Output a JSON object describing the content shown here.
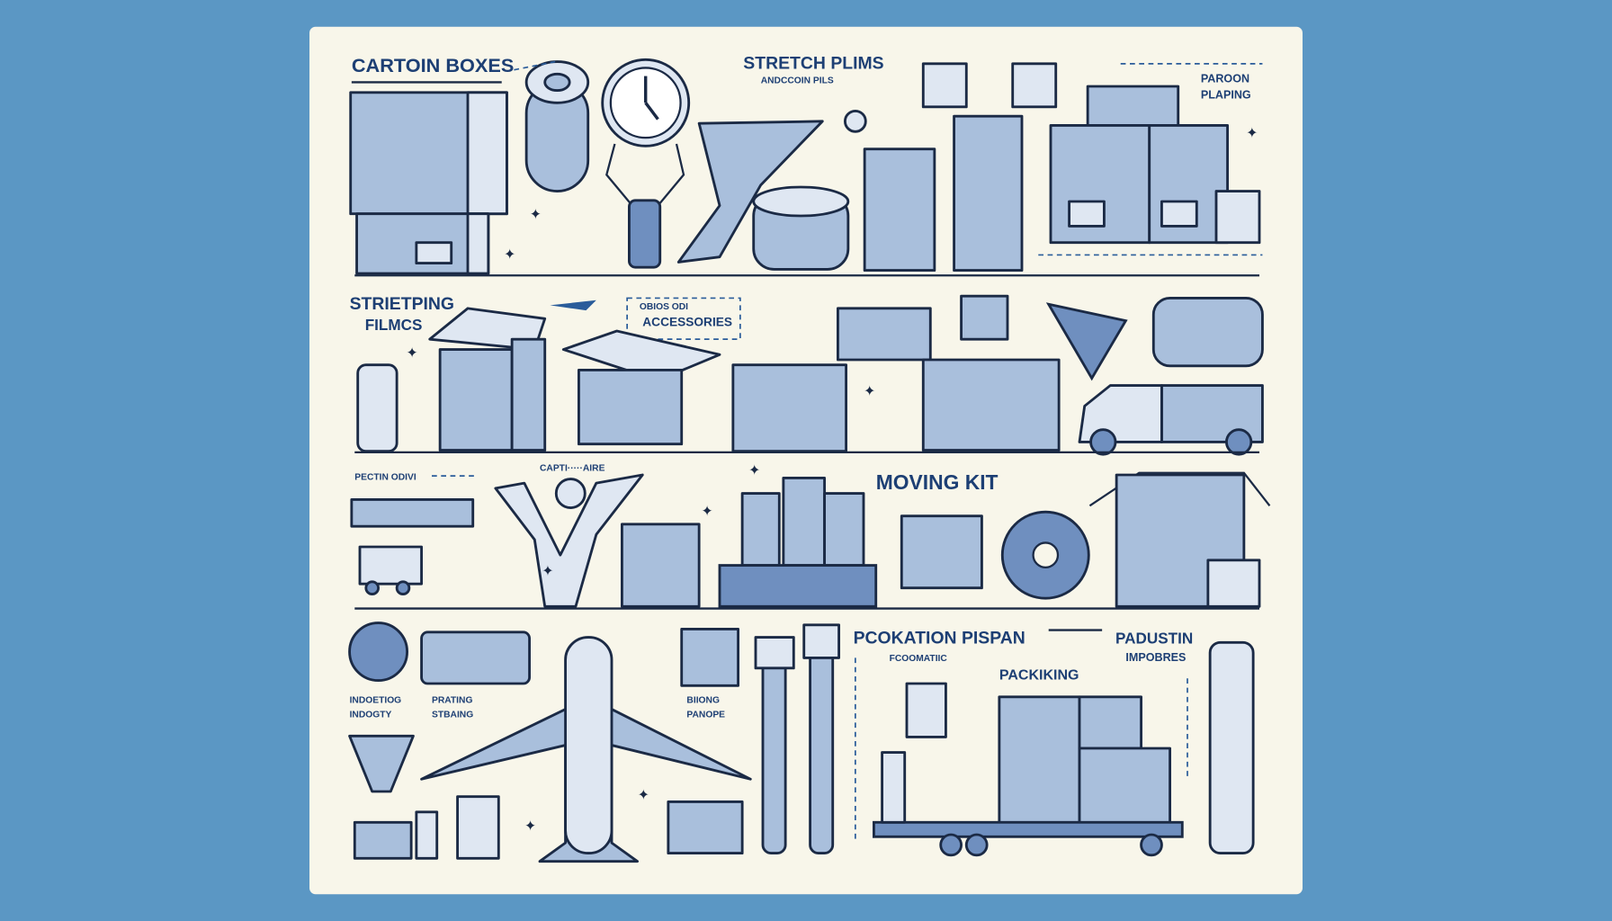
{
  "colors": {
    "background": "#5b97c4",
    "panel": "#f8f6ea",
    "ink": "#1b2a45",
    "label": "#1d3f74",
    "fill": "#a9bfdc"
  },
  "labels": {
    "carton_boxes": "CARTOIN BOXES",
    "stretch_films": "STRETCH PLIMS",
    "stretch_films_sub": "ANDCCOIN PILS",
    "paroon_1": "PAROON",
    "paroon_2": "PLAPING",
    "strietping_1": "STRIETPING",
    "strietping_2": "FILMCS",
    "accessories_1": "OBIOS ODI",
    "accessories_2": "ACCESSORIES",
    "pectin": "PECTIN ODIVI",
    "capti": "CAPTI·····AIRE",
    "moving_kit": "MOVING KIT",
    "pcokation": "PCOKATION PISPAN",
    "fcoomatic": "FCOOMATIIC",
    "padustin_1": "PADUSTIN",
    "padustin_2": "IMPOBRES",
    "packiking": "PACKIKING",
    "indoetiog_1": "INDOETIOG",
    "indoetiog_2": "INDOGTY",
    "prating_1": "PRATING",
    "prating_2": "STBAING",
    "biiong_1": "BIIONG",
    "biiong_2": "PANOPE"
  }
}
